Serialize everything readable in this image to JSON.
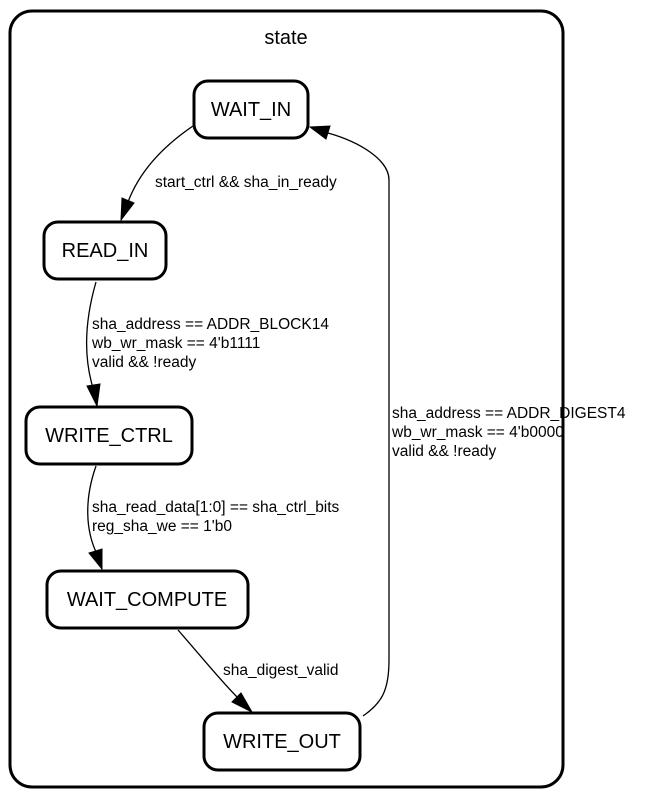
{
  "cluster": {
    "title": "state"
  },
  "states": {
    "wait_in": "WAIT_IN",
    "read_in": "READ_IN",
    "write_ctrl": "WRITE_CTRL",
    "wait_compute": "WAIT_COMPUTE",
    "write_out": "WRITE_OUT"
  },
  "transitions": {
    "wait_in_to_read_in": [
      "start_ctrl && sha_in_ready"
    ],
    "read_in_to_write_ctrl": [
      "sha_address == ADDR_BLOCK14",
      "wb_wr_mask == 4'b1111",
      "valid && !ready"
    ],
    "write_ctrl_to_wait_compute": [
      "sha_read_data[1:0] == sha_ctrl_bits",
      "reg_sha_we == 1'b0"
    ],
    "wait_compute_to_write_out": [
      "sha_digest_valid"
    ],
    "write_out_to_wait_in": [
      "sha_address == ADDR_DIGEST4",
      "wb_wr_mask == 4'b0000",
      "valid && !ready"
    ]
  }
}
